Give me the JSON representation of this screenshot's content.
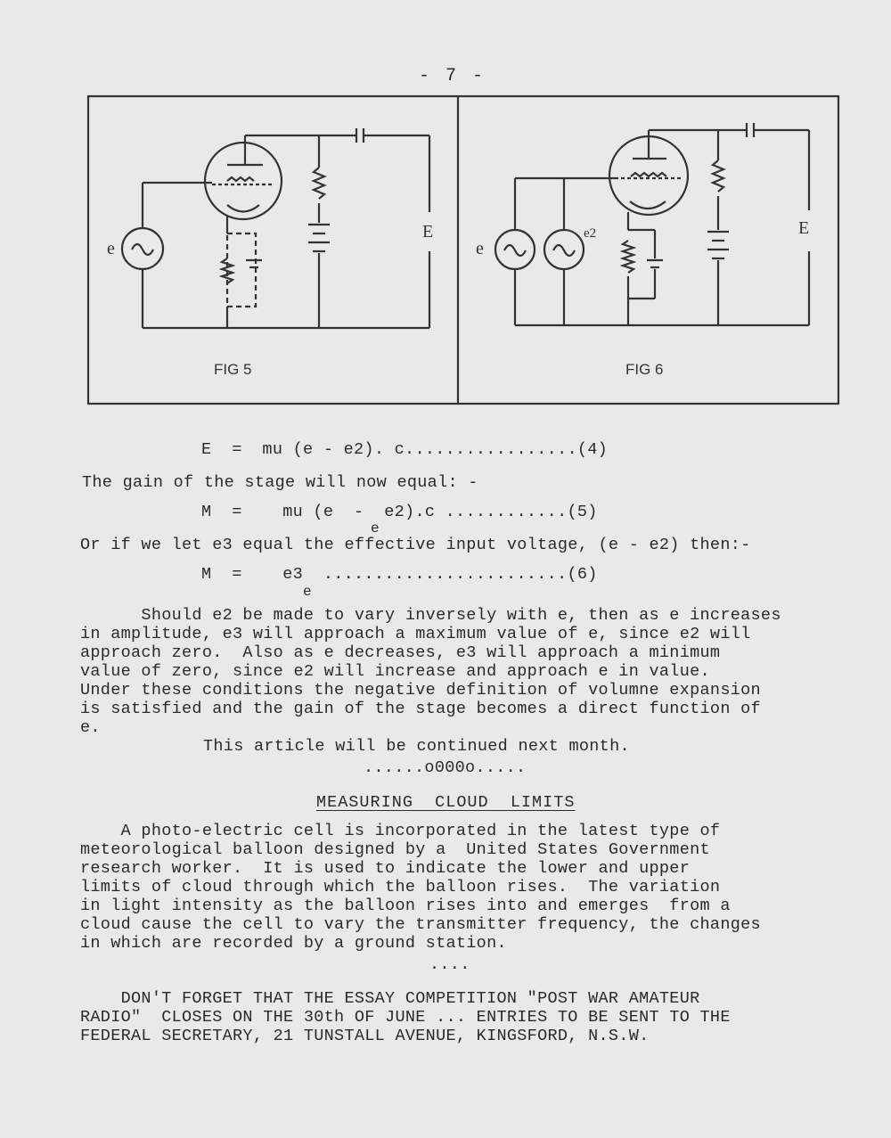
{
  "page_number": "- 7 -",
  "figures": {
    "fig5": {
      "caption": "FIG 5",
      "label_e": "e",
      "label_E": "E"
    },
    "fig6": {
      "caption": "FIG 6",
      "label_e": "e",
      "label_e2": "e2",
      "label_E": "E"
    }
  },
  "equations": {
    "eq4": "E  =  mu (e - e2). c.................(4)",
    "intro": "The gain of the stage will now equal: -",
    "eq5_num": "M  =    mu (e  -  e2).c ............(5)",
    "eq5_den": "e",
    "eq6_intro": "Or if we let e3 equal the effective input voltage, (e - e2) then:-",
    "eq6_num": "M  =    e3  ........................(6)",
    "eq6_den": "e"
  },
  "paragraph1": [
    "      Should e2 be made to vary inversely with e, then as e increases",
    "in amplitude, e3 will approach a maximum value of e, since e2 will",
    "approach zero.  Also as e decreases, e3 will approach a minimum",
    "value of zero, since e2 will increase and approach e in value.",
    "Under these conditions the negative definition of volumne expansion",
    "is satisfied and the gain of the stage becomes a direct function of",
    "e."
  ],
  "continued": "This article will be continued next month.",
  "separator1": "......o000o.....",
  "section_title": "MEASURING  CLOUD  LIMITS",
  "paragraph2": [
    "    A photo-electric cell is incorporated in the latest type of",
    "meteorological balloon designed by a  United States Government",
    "research worker.  It is used to indicate the lower and upper",
    "limits of cloud through which the balloon rises.  The variation",
    "in light intensity as the balloon rises into and emerges  from a",
    "cloud cause the cell to vary the transmitter frequency, the changes",
    "in which are recorded by a ground station."
  ],
  "separator2": "....",
  "notice": [
    "    DON'T FORGET THAT THE ESSAY COMPETITION \"POST WAR AMATEUR",
    "RADIO\"  CLOSES ON THE 30th OF JUNE ... ENTRIES TO BE SENT TO THE",
    "FEDERAL SECRETARY, 21 TUNSTALL AVENUE, KINGSFORD, N.S.W."
  ]
}
